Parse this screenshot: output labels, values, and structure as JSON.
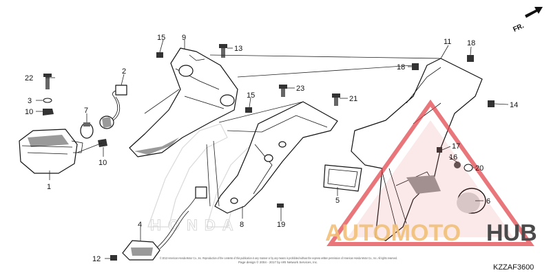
{
  "diagram": {
    "code": "KZZAF3600",
    "direction_label": "FR.",
    "watermark": {
      "left": "AUTOMOTO",
      "right": "HUB",
      "left_color": "#f2c078",
      "right_color": "#4a4a4a",
      "triangle_color": "#e0484f"
    },
    "background_logo": "HONDA",
    "copyright_line1": "© 2013 American Honda Motor Co., Inc. Reproduction of the contents of this publication in any manner or by any means is prohibited without the express written permission of American Honda Motor Co., Inc. All rights reserved.",
    "copyright_line2": "Page design © 2004 - 2017 by ARI Network Services, Inc.",
    "callouts": [
      "1",
      "2",
      "3",
      "4",
      "5",
      "6",
      "7",
      "8",
      "9",
      "10",
      "10",
      "11",
      "12",
      "13",
      "14",
      "15",
      "15",
      "16",
      "17",
      "18",
      "18",
      "19",
      "20",
      "21",
      "22",
      "23"
    ]
  }
}
